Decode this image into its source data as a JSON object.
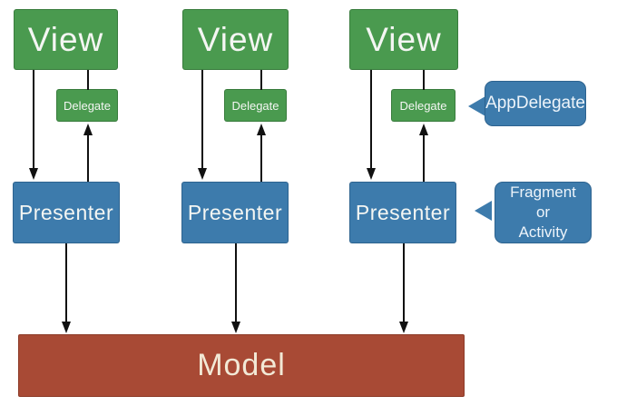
{
  "diagram": {
    "title": "MVP architecture diagram",
    "colors": {
      "green": "#4a9a4f",
      "blue": "#3d7bac",
      "red": "#a84a35",
      "arrow": "#111111",
      "box_text": "#f4f6f3",
      "model_text": "#f2e9d6",
      "background": "#ffffff"
    },
    "columns": [
      {
        "view_label": "View",
        "delegate_label": "Delegate",
        "presenter_label": "Presenter"
      },
      {
        "view_label": "View",
        "delegate_label": "Delegate",
        "presenter_label": "Presenter"
      },
      {
        "view_label": "View",
        "delegate_label": "Delegate",
        "presenter_label": "Presenter"
      }
    ],
    "model_label": "Model",
    "callouts": {
      "app_delegate": {
        "label": "AppDelegate"
      },
      "fragment_activity": {
        "lines": [
          "Fragment",
          "or",
          "Activity"
        ]
      }
    }
  }
}
